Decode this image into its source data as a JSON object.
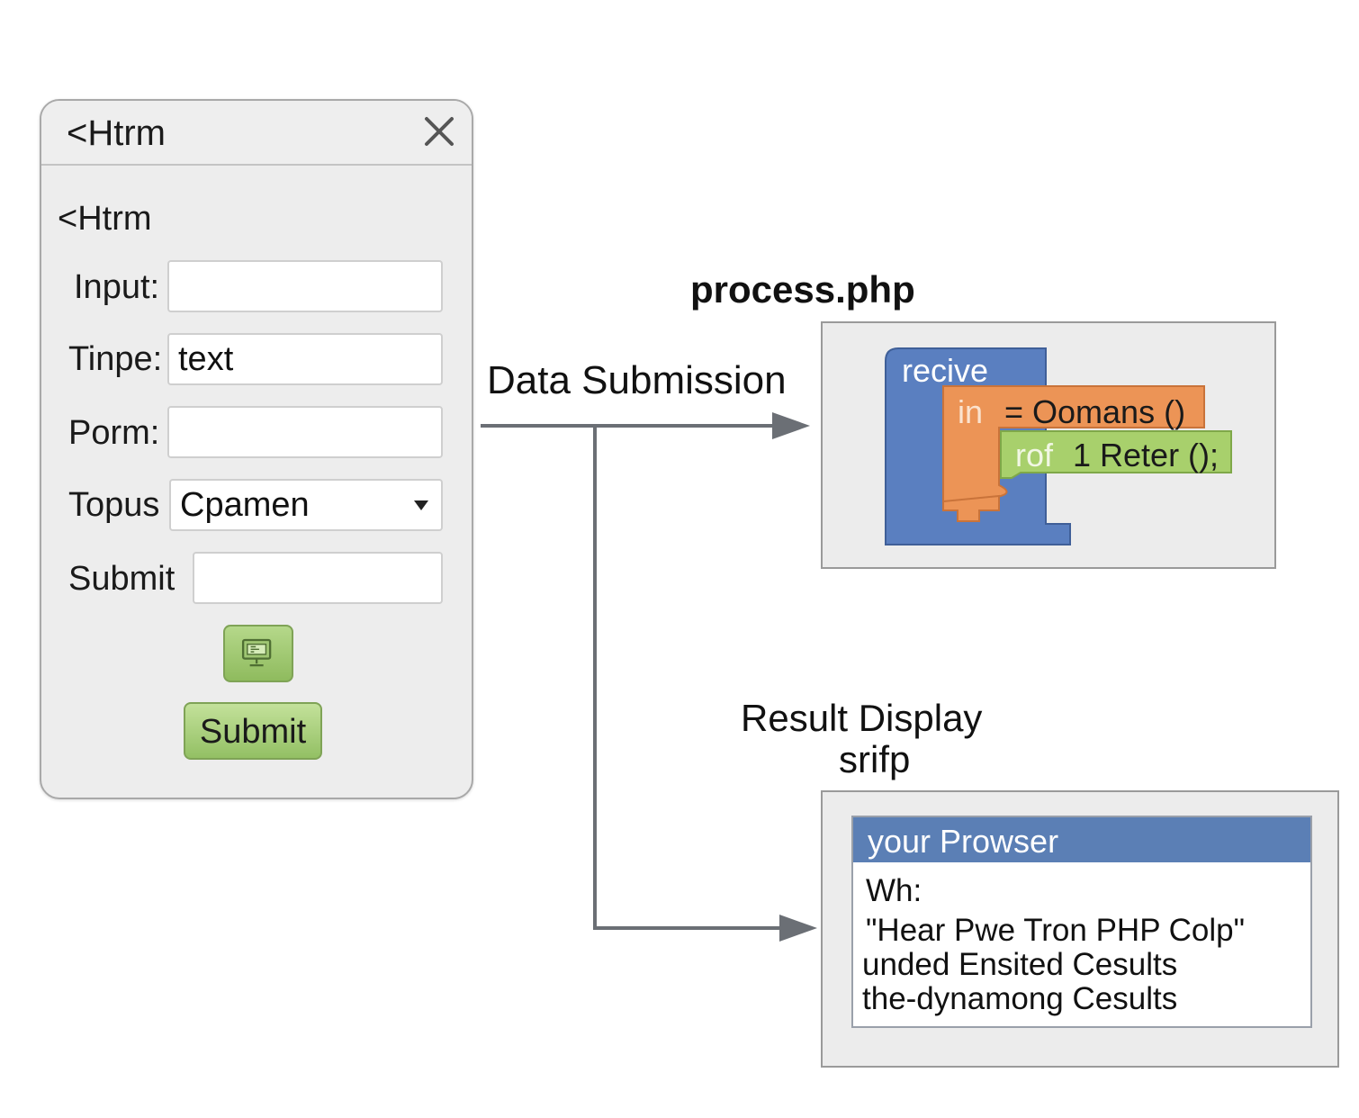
{
  "form_window": {
    "title": "<Htrm",
    "subheading": "<Htrm",
    "rows": [
      {
        "label": "Input:",
        "value": ""
      },
      {
        "label": "Tinpe:",
        "value": "text"
      },
      {
        "label": "Porm:",
        "value": ""
      },
      {
        "label": "Topus",
        "value": "Cpamen"
      },
      {
        "label": "Submit",
        "value": ""
      }
    ],
    "submit_label": "Submit"
  },
  "labels": {
    "data_submission": "Data Submission",
    "process_title": "process.php",
    "result_display": "Result Display",
    "result_sub": "srifp"
  },
  "code_blocks": {
    "block1": "recive",
    "block2_a": "in",
    "block2_b": "= Oomans ()",
    "block3_a": "rof",
    "block3_b": "1 Reter ();"
  },
  "result_browser": {
    "title": "your Prowser",
    "lines": [
      "Wh:",
      "\"Hear Pwe Tron PHP Colp\"",
      "unded Ensited Cesults",
      "the-dynamong Cesults"
    ]
  },
  "colors": {
    "blue_block": "#5a7fc0",
    "orange_block": "#ec9456",
    "green_block": "#a8d06c",
    "arrow": "#6b6f75",
    "browser_bar": "#5b7fb5"
  }
}
